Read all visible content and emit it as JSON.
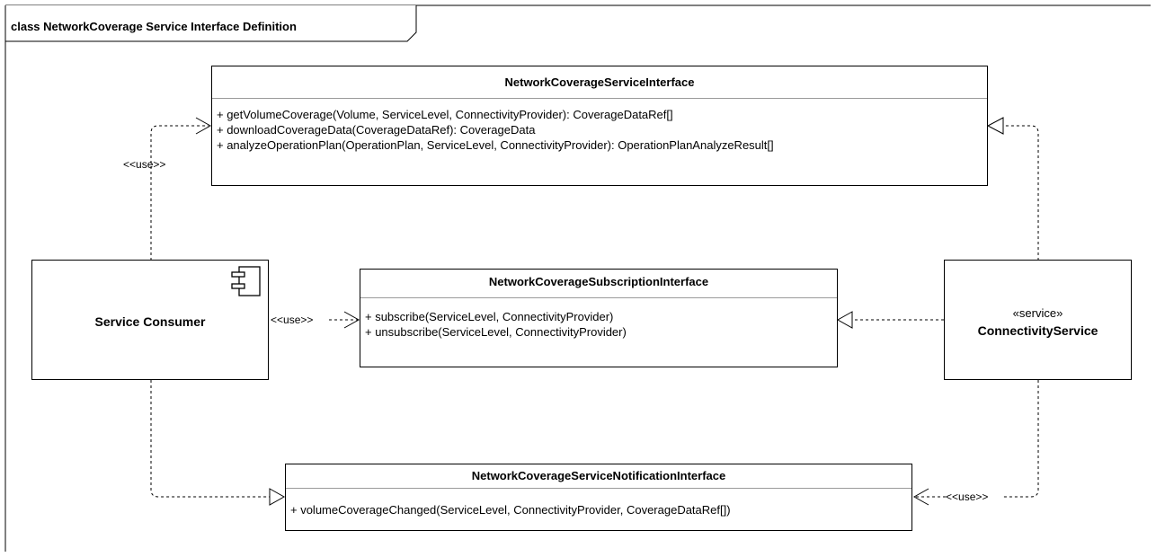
{
  "frame": {
    "title": "class NetworkCoverage Service Interface Definition"
  },
  "service_interface": {
    "name": "NetworkCoverageServiceInterface",
    "operations": [
      "+ getVolumeCoverage(Volume, ServiceLevel, ConnectivityProvider): CoverageDataRef[]",
      "+ downloadCoverageData(CoverageDataRef): CoverageData",
      "+ analyzeOperationPlan(OperationPlan, ServiceLevel, ConnectivityProvider): OperationPlanAnalyzeResult[]"
    ]
  },
  "subscription_interface": {
    "name": "NetworkCoverageSubscriptionInterface",
    "operations": [
      "+ subscribe(ServiceLevel, ConnectivityProvider)",
      "+ unsubscribe(ServiceLevel, ConnectivityProvider)"
    ]
  },
  "notification_interface": {
    "name": "NetworkCoverageServiceNotificationInterface",
    "operations": [
      "+ volumeCoverageChanged(ServiceLevel, ConnectivityProvider, CoverageDataRef[])"
    ]
  },
  "consumer": {
    "name": "Service Consumer"
  },
  "provider": {
    "stereotype": "«service»",
    "name": "ConnectivityService"
  },
  "labels": {
    "use_top": "<<use>>",
    "use_middle": "<<use>>",
    "use_bottom": "<<use>>"
  }
}
